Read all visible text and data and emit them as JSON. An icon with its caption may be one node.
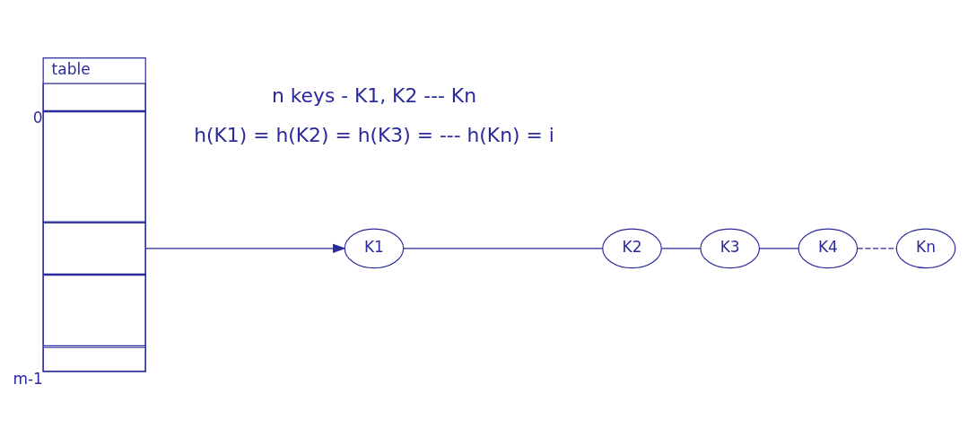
{
  "diagram": {
    "nodes": [
      {
        "text": [
          "table"
        ]
      },
      {
        "text": [],
        "shape": "box",
        "in": 0,
        "beside": [
          "0"
        ]
      },
      {
        "text": [],
        "shape": "box",
        "in": 0
      },
      {
        "text": [],
        "shape": "box",
        "in": 0
      },
      {
        "text": [],
        "shape": "box",
        "in": 0
      },
      {
        "text": [],
        "shape": "box",
        "in": 0,
        "beside": [
          "m-1"
        ]
      },
      {
        "text": [
          "K1"
        ]
      },
      {
        "text": [
          "K2"
        ]
      },
      {
        "text": [
          "K3"
        ]
      },
      {
        "text": [
          "K4"
        ]
      },
      {
        "text": [
          "Kn"
        ]
      }
    ],
    "edges": [
      {
        "from": 3,
        "to": 6,
        "arrow": "to"
      },
      {
        "from": 6,
        "to": 7,
        "arrow": "none"
      },
      {
        "from": 7,
        "to": 8,
        "arrow": "none"
      },
      {
        "from": 8,
        "to": 9,
        "arrow": "none"
      },
      {
        "from": 9,
        "to": 10,
        "arrow": "none",
        "style": "dashed"
      }
    ],
    "labels": [
      "n keys - K1, K2 --- Kn",
      "h(K1) = h(K2) = h(K3) = --- h(Kn) = i"
    ]
  }
}
